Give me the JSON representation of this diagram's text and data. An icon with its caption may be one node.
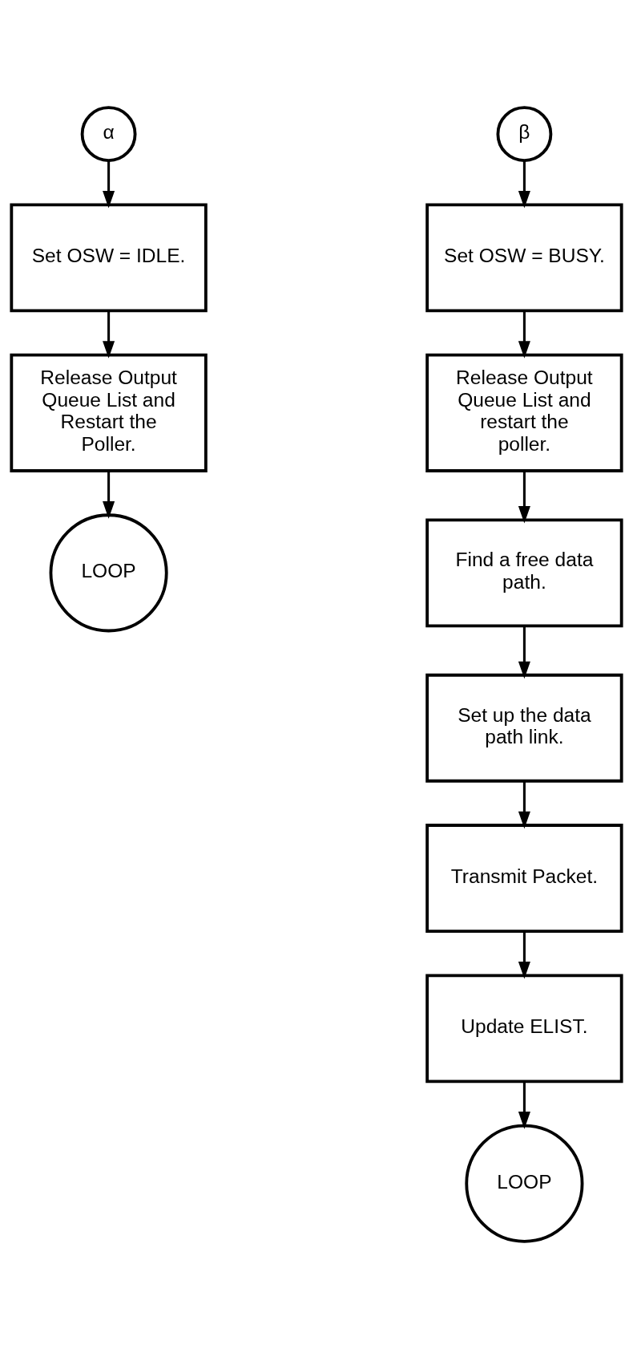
{
  "diagram": {
    "nodes": [
      {
        "text": [
          "α"
        ]
      },
      {
        "text": [
          "Set OSW = IDLE."
        ]
      },
      {
        "text": [
          "Release Output Queue List and Restart the Poller."
        ]
      },
      {
        "text": [
          "LOOP"
        ]
      },
      {
        "text": [
          "β"
        ]
      },
      {
        "text": [
          "Set OSW = BUSY."
        ]
      },
      {
        "text": [
          "Release Output Queue List and restart the poller."
        ]
      },
      {
        "text": [
          "Find a free data path."
        ]
      },
      {
        "text": [
          "Set up the data path link."
        ]
      },
      {
        "text": [
          "Transmit Packet."
        ]
      },
      {
        "text": [
          "Update ELIST."
        ]
      },
      {
        "text": [
          "LOOP"
        ]
      }
    ],
    "edges": [
      {
        "from": 0,
        "to": 1,
        "arrow": "to"
      },
      {
        "from": 1,
        "to": 2,
        "arrow": "to"
      },
      {
        "from": 2,
        "to": 3,
        "arrow": "to"
      },
      {
        "from": 4,
        "to": 5,
        "arrow": "to"
      },
      {
        "from": 5,
        "to": 6,
        "arrow": "to"
      },
      {
        "from": 6,
        "to": 7,
        "arrow": "to"
      },
      {
        "from": 7,
        "to": 8,
        "arrow": "to"
      },
      {
        "from": 8,
        "to": 9,
        "arrow": "to"
      },
      {
        "from": 9,
        "to": 10,
        "arrow": "to"
      },
      {
        "from": 10,
        "to": 11,
        "arrow": "to"
      }
    ]
  }
}
